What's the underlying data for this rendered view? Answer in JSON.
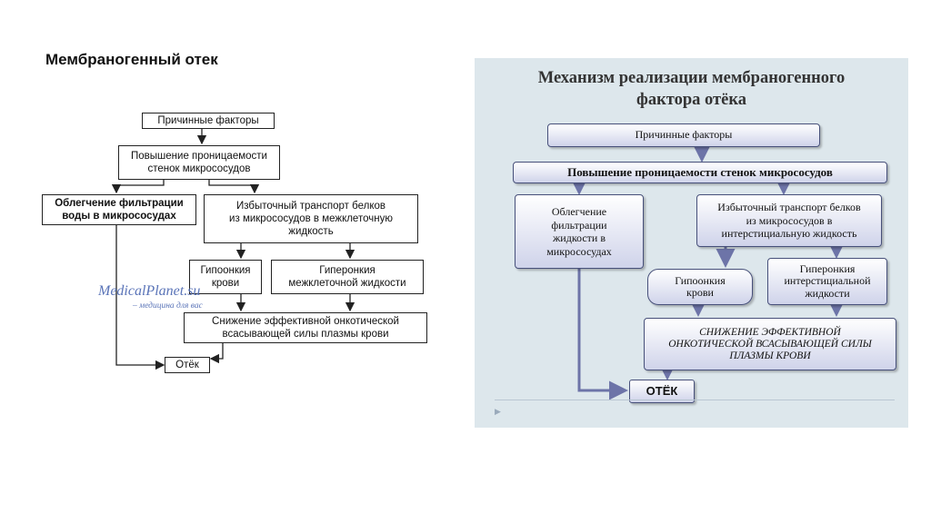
{
  "slide": {
    "title": "Мембраногенный отек"
  },
  "left": {
    "boxes": {
      "causes": "Причинные факторы",
      "permeability": "Повышение проницаемости\nстенок микрососудов",
      "filtration": "Облегчение фильтрации\nводы в микрососудах",
      "protein": "Избыточный транспорт белков\nиз микрососудов в межклеточную\nжидкость",
      "hypooncia": "Гипоонкия\nкрови",
      "hyperoncia": "Гиперонкия\nмежклеточной  жидкости",
      "reduction": "Снижение эффективной онкотической\nвсасывающей силы плазмы крови",
      "edema": "Отёк"
    },
    "watermark": "MedicalPlanet.su",
    "watermark_sub": "– медицина для вас"
  },
  "right": {
    "title": "Механизм реализации мембраногенного\nфактора отёка",
    "boxes": {
      "causes": "Причинные факторы",
      "permeability": "Повышение проницаемости стенок микрососудов",
      "filtration": "Облегчение\nфильтрации\nжидкости в\nмикрососудах",
      "protein": "Избыточный транспорт белков\nиз микрососудов в\nинтерстициальную жидкость",
      "hypooncia": "Гипоонкия\nкрови",
      "hyperoncia": "Гиперонкия\nинтерстициальной\nжидкости",
      "reduction": "СНИЖЕНИЕ ЭФФЕКТИВНОЙ\nОНКОТИЧЕСКОЙ ВСАСЫВАЮЩЕЙ СИЛЫ\nПЛАЗМЫ КРОВИ",
      "edema": "ОТЁК"
    }
  },
  "colors": {
    "right_bg": "#dde7ec",
    "right_border": "#47507a",
    "right_arrow": "#6d74a8",
    "watermark": "#5a74b8"
  }
}
